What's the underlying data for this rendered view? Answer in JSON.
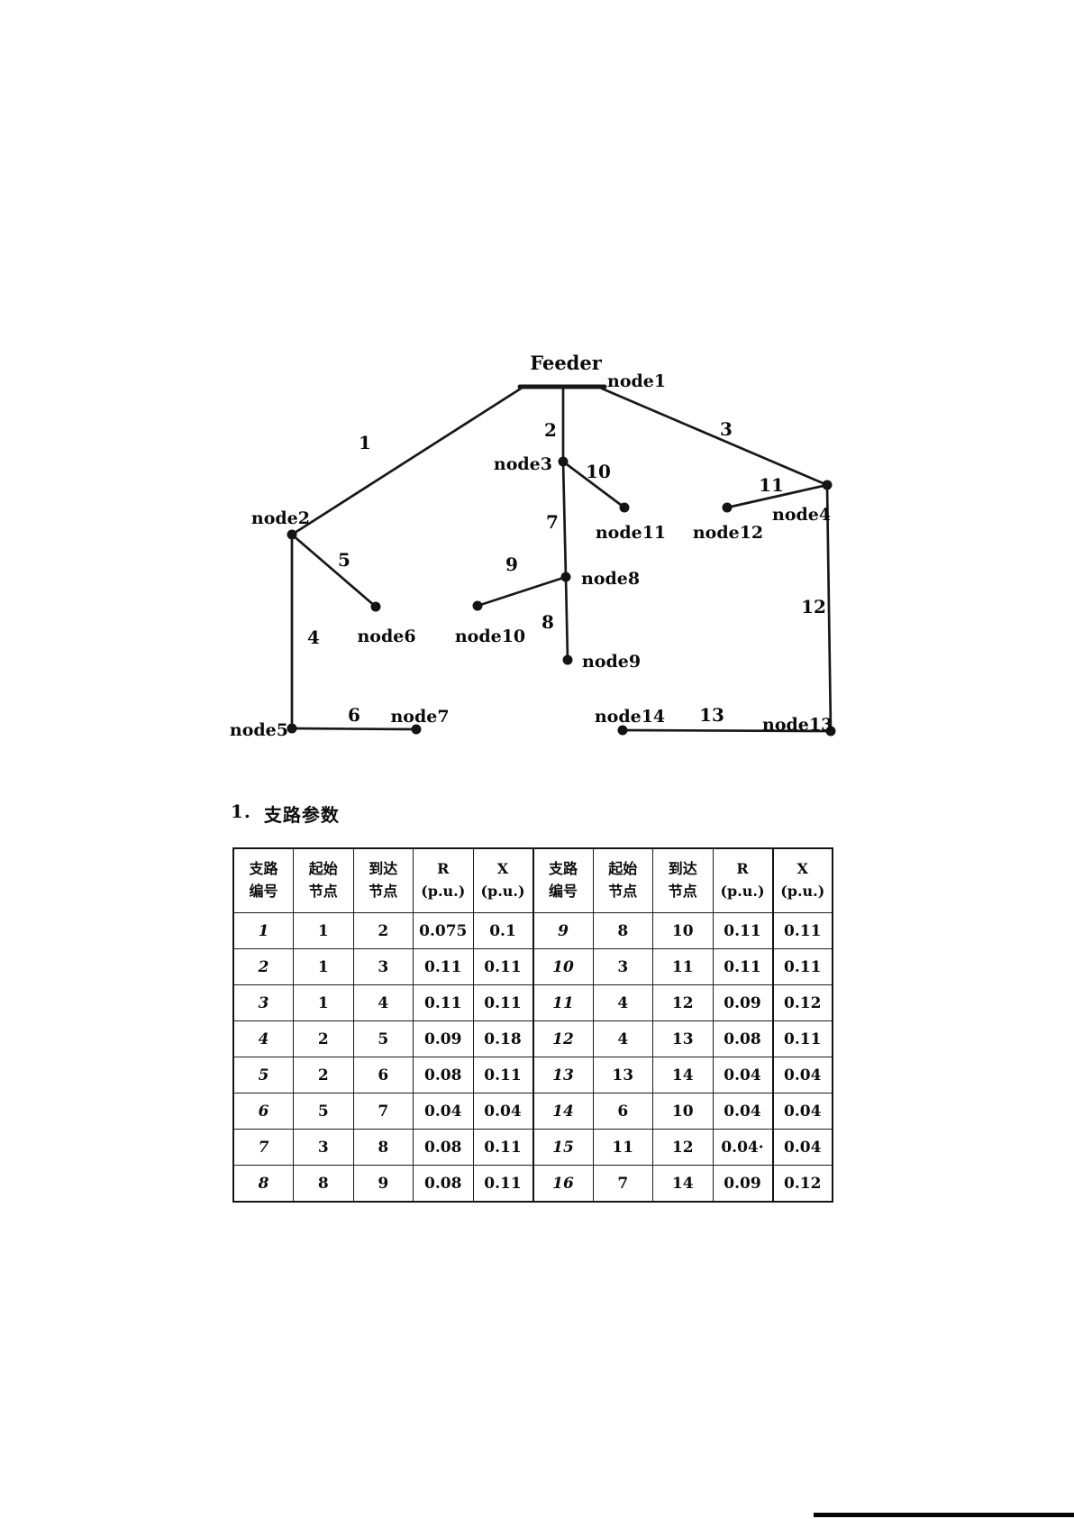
{
  "section": {
    "number": "1.",
    "title": "支路参数"
  },
  "diagram": {
    "feeder_label": "Feeder",
    "nodes": {
      "n1": "node1",
      "n2": "node2",
      "n3": "node3",
      "n4": "node4",
      "n5": "node5",
      "n6": "node6",
      "n7": "node7",
      "n8": "node8",
      "n9": "node9",
      "n10": "node10",
      "n11": "node11",
      "n12": "node12",
      "n13": "node13",
      "n14": "node14"
    },
    "branches": {
      "b1": "1",
      "b2": "2",
      "b3": "3",
      "b4": "4",
      "b5": "5",
      "b6": "6",
      "b7": "7",
      "b8": "8",
      "b9": "9",
      "b10": "10",
      "b11": "11",
      "b12": "12",
      "b13": "13"
    }
  },
  "table": {
    "headers": [
      {
        "l1": "支路",
        "l2": "编号"
      },
      {
        "l1": "起始",
        "l2": "节点"
      },
      {
        "l1": "到达",
        "l2": "节点"
      },
      {
        "l1": "R",
        "l2": "(p.u.)"
      },
      {
        "l1": "X",
        "l2": "(p.u.)"
      },
      {
        "l1": "支路",
        "l2": "编号"
      },
      {
        "l1": "起始",
        "l2": "节点"
      },
      {
        "l1": "到达",
        "l2": "节点"
      },
      {
        "l1": "R",
        "l2": "(p.u.)"
      },
      {
        "l1": "X",
        "l2": "(p.u.)"
      }
    ],
    "rows": [
      [
        "1",
        "1",
        "2",
        "0.075",
        "0.1",
        "9",
        "8",
        "10",
        "0.11",
        "0.11"
      ],
      [
        "2",
        "1",
        "3",
        "0.11",
        "0.11",
        "10",
        "3",
        "11",
        "0.11",
        "0.11"
      ],
      [
        "3",
        "1",
        "4",
        "0.11",
        "0.11",
        "11",
        "4",
        "12",
        "0.09",
        "0.12"
      ],
      [
        "4",
        "2",
        "5",
        "0.09",
        "0.18",
        "12",
        "4",
        "13",
        "0.08",
        "0.11"
      ],
      [
        "5",
        "2",
        "6",
        "0.08",
        "0.11",
        "13",
        "13",
        "14",
        "0.04",
        "0.04"
      ],
      [
        "6",
        "5",
        "7",
        "0.04",
        "0.04",
        "14",
        "6",
        "10",
        "0.04",
        "0.04"
      ],
      [
        "7",
        "3",
        "8",
        "0.08",
        "0.11",
        "15",
        "11",
        "12",
        "0.04·",
        "0.04"
      ],
      [
        "8",
        "8",
        "9",
        "0.08",
        "0.11",
        "16",
        "7",
        "14",
        "0.09",
        "0.12"
      ]
    ]
  }
}
